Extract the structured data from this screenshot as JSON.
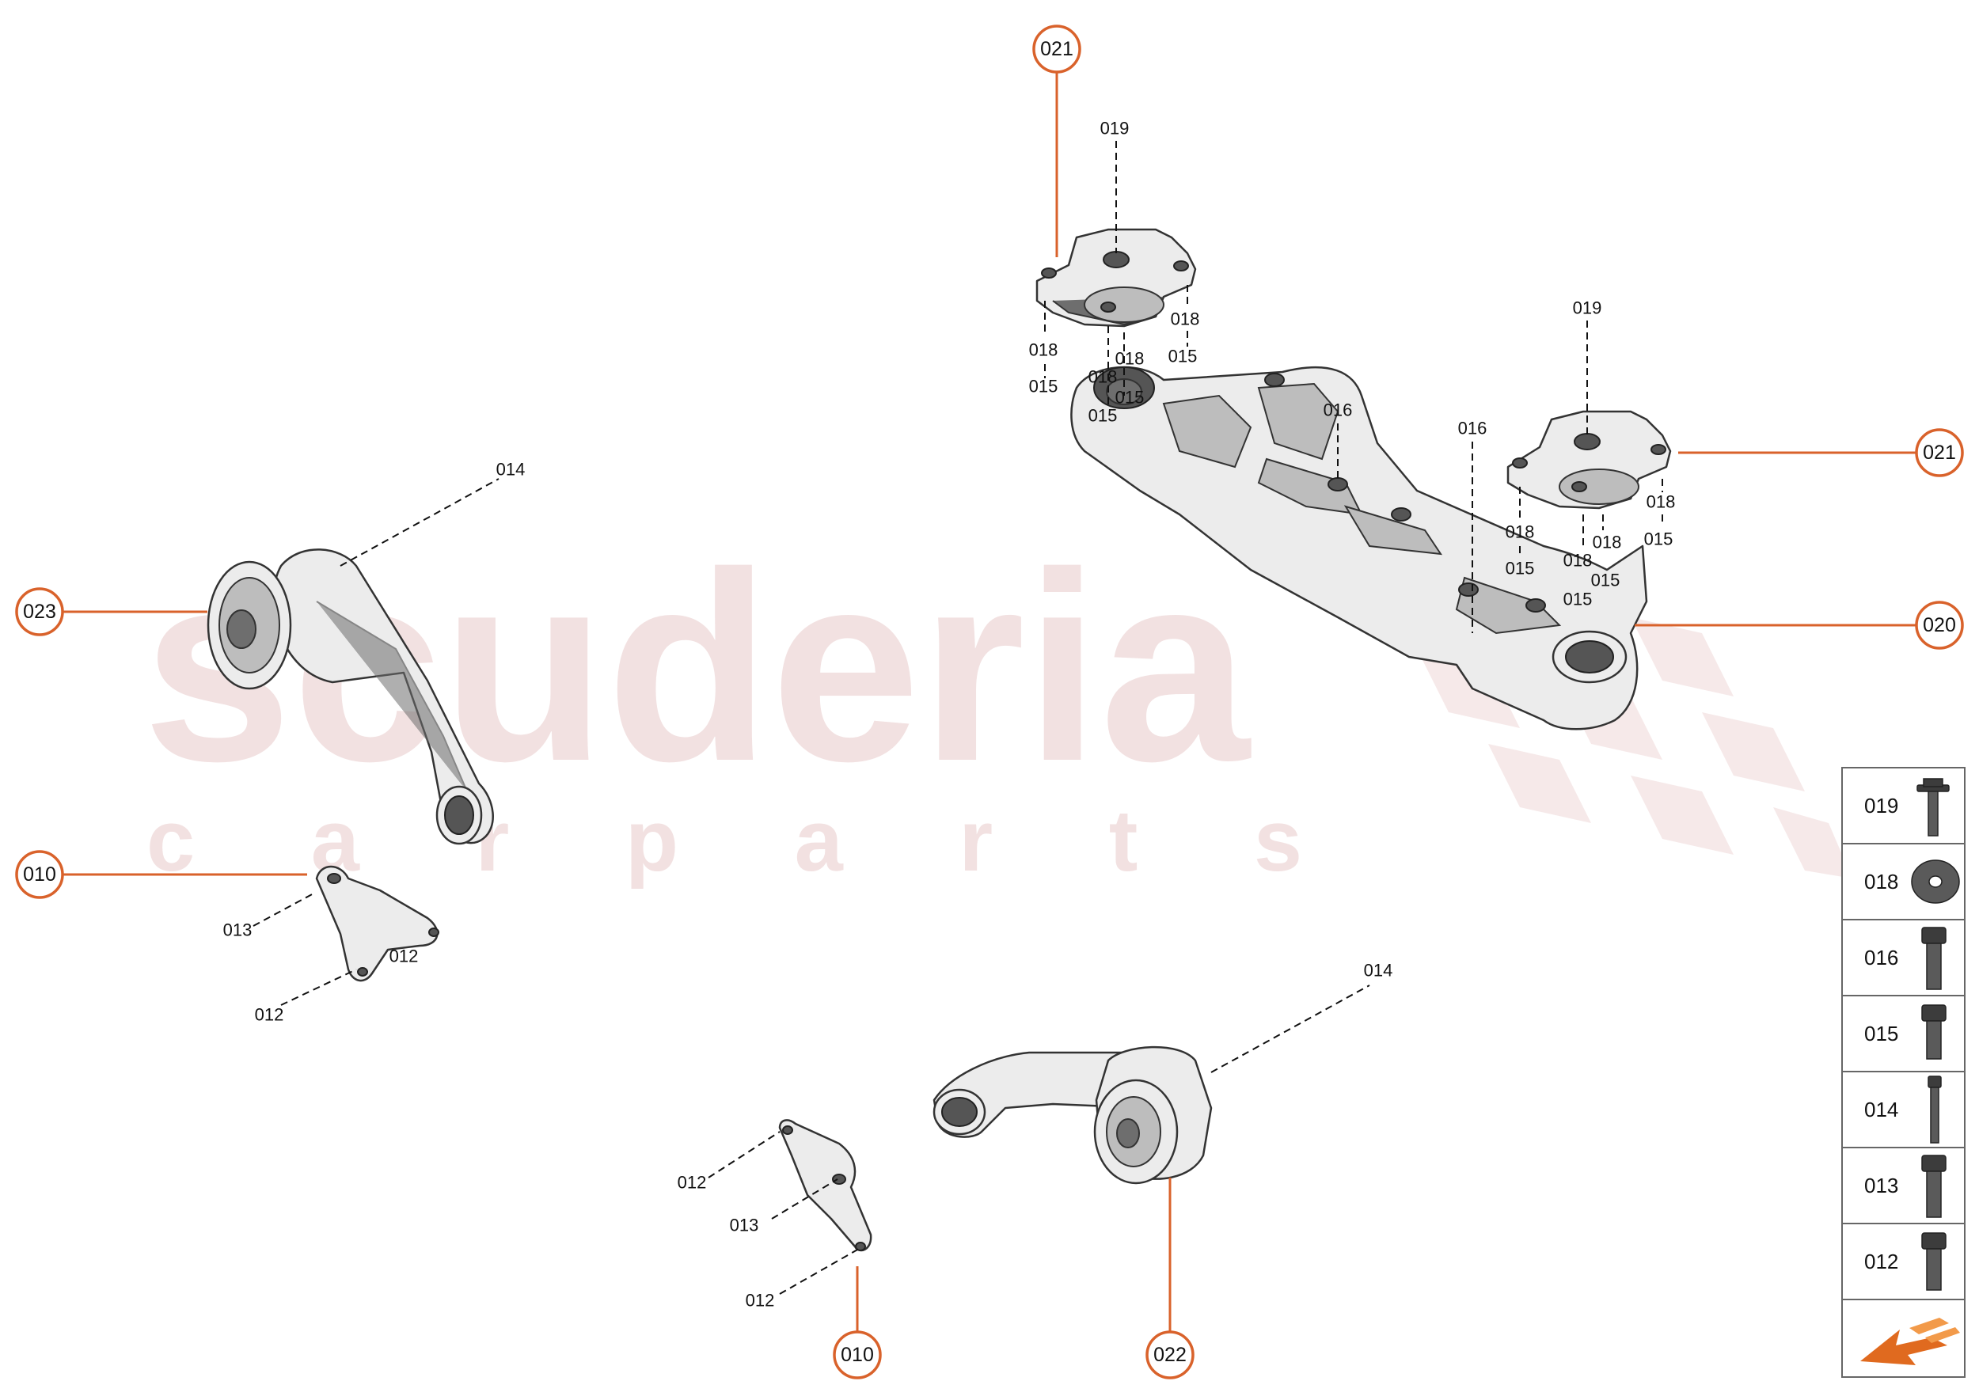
{
  "watermark": {
    "main": "scuderia",
    "sub": "c a r p a r t s"
  },
  "callouts": [
    {
      "id": "c021a",
      "label": "021"
    },
    {
      "id": "c021b",
      "label": "021"
    },
    {
      "id": "c020",
      "label": "020"
    },
    {
      "id": "c023",
      "label": "023"
    },
    {
      "id": "c010a",
      "label": "010"
    },
    {
      "id": "c010b",
      "label": "010"
    },
    {
      "id": "c022",
      "label": "022"
    }
  ],
  "refs": [
    "019",
    "018",
    "015",
    "018",
    "015",
    "018",
    "018",
    "015",
    "015",
    "016",
    "019",
    "016",
    "018",
    "015",
    "018",
    "015",
    "018",
    "018",
    "015",
    "015",
    "014",
    "013",
    "012",
    "012",
    "014",
    "012",
    "013",
    "012"
  ],
  "legend": {
    "items": [
      {
        "label": "019",
        "icon": "flange-bolt-icon"
      },
      {
        "label": "018",
        "icon": "washer-icon"
      },
      {
        "label": "016",
        "icon": "hex-bolt-icon"
      },
      {
        "label": "015",
        "icon": "hex-bolt-icon"
      },
      {
        "label": "014",
        "icon": "long-bolt-icon"
      },
      {
        "label": "013",
        "icon": "hex-bolt-icon"
      },
      {
        "label": "012",
        "icon": "hex-bolt-icon"
      }
    ],
    "footer_icon": "arrow-logo-icon"
  },
  "colors": {
    "accent": "#d9622b",
    "watermark": "#e8c9c9"
  }
}
